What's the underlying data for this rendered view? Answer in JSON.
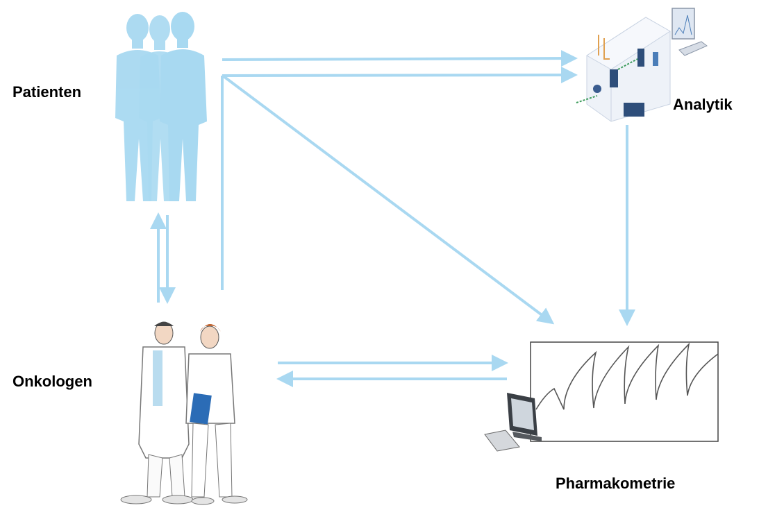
{
  "labels": {
    "patienten": "Patienten",
    "analytik": "Analytik",
    "onkologen": "Onkologen",
    "pharmakometrie": "Pharmakometrie"
  },
  "colors": {
    "arrow": "#a9d8f1",
    "silhouette": "#a8d9f1",
    "chart_line": "#555555",
    "clinician_blue": "#2b6cb6"
  },
  "icons": {
    "patients": "patient-silhouettes-icon",
    "analytics": "lab-analyzer-icon",
    "oncologists": "clinicians-illustration-icon",
    "pharmacometrics": "computer-workstation-icon"
  }
}
